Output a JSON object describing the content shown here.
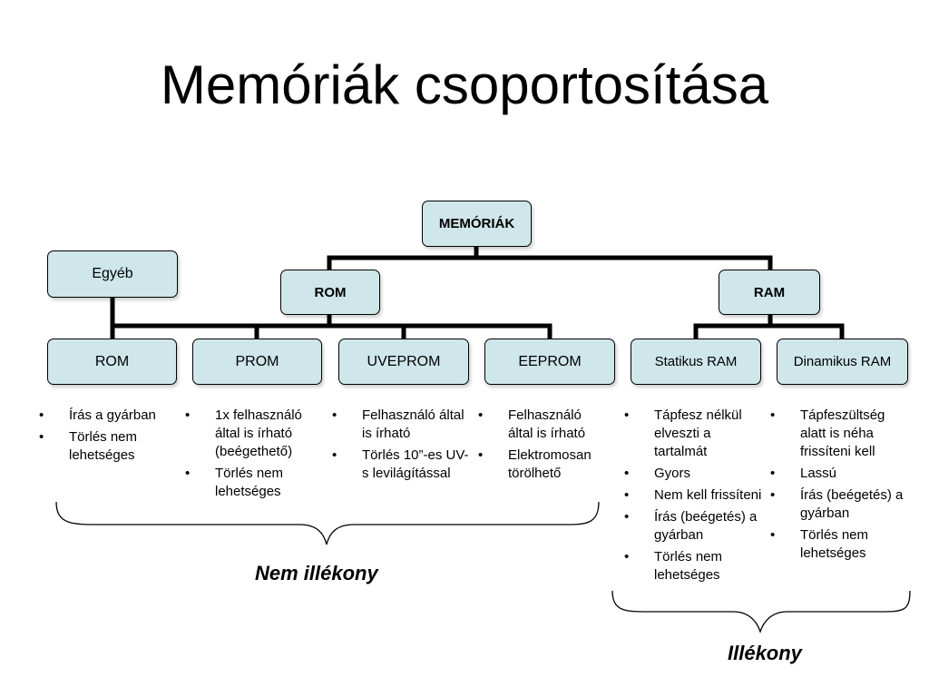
{
  "title": "Memóriák csoportosítása",
  "nodes": {
    "memoriak": "MEMÓRIÁK",
    "egyeb": "Egyéb",
    "rom_group": "ROM",
    "ram_group": "RAM",
    "rom": "ROM",
    "prom": "PROM",
    "uveprom": "UVEPROM",
    "eeprom": "EEPROM",
    "statikus_ram": "Statikus RAM",
    "dinamikus_ram": "Dinamikus RAM"
  },
  "bullets": {
    "rom": [
      "Írás a gyárban",
      "Törlés nem lehetséges"
    ],
    "prom": [
      "1x felhasználó által is írható (beégethető)",
      "Törlés nem lehetséges"
    ],
    "uveprom": [
      "Felhasználó által is írható",
      "Törlés 10”-es UV-s levilágítással"
    ],
    "eeprom": [
      "Felhasználó által is írható",
      "Elektromosan törölhető"
    ],
    "statikus_ram": [
      "Tápfesz nélkül elveszti a tartalmát",
      "Gyors",
      "Nem kell frissíteni",
      "Írás (beégetés) a gyárban",
      "Törlés nem lehetséges"
    ],
    "dinamikus_ram": [
      "Tápfeszültség alatt is néha frissíteni kell",
      "Lassú",
      "Írás (beégetés) a gyárban",
      "Törlés nem lehetséges"
    ]
  },
  "groups": {
    "non_volatile": "Nem illékony",
    "volatile": "Illékony"
  }
}
